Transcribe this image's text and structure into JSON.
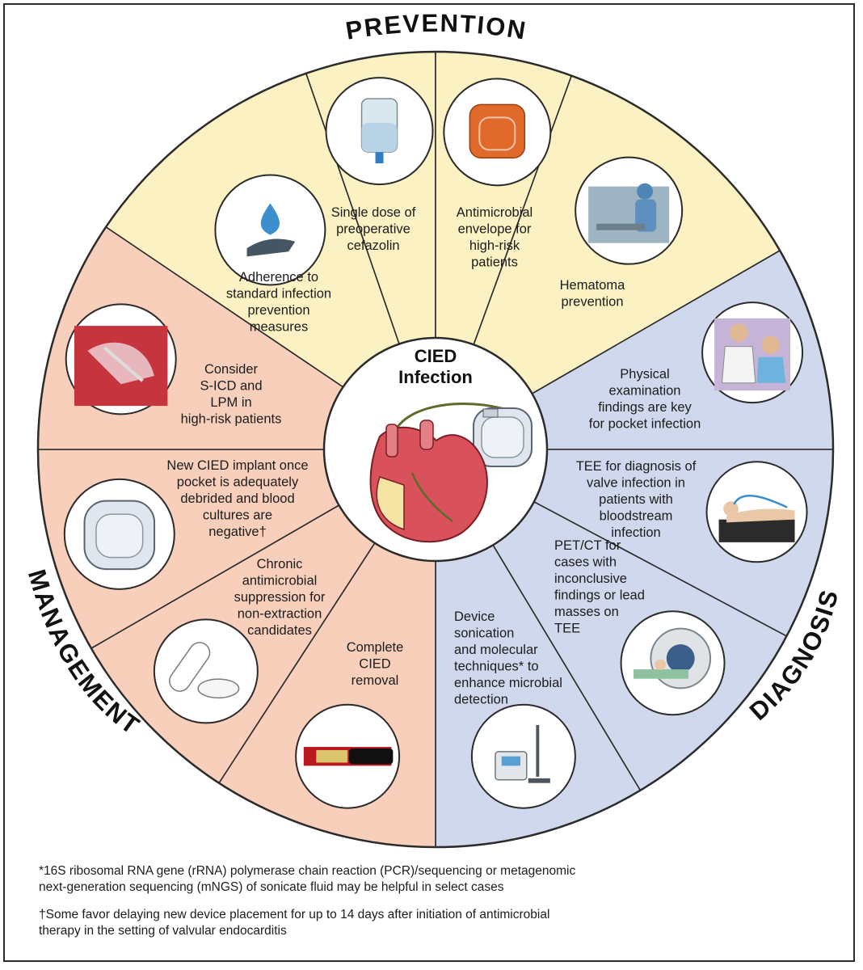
{
  "title": "CIED Infection",
  "sections": {
    "prevention": "PREVENTION",
    "diagnosis": "DIAGNOSIS",
    "management": "MANAGEMENT"
  },
  "segments": [
    {
      "id": "adherence",
      "group": "prevention",
      "icon": "hand-water-drop-icon",
      "lines": [
        "Adherence to",
        "standard infection",
        "prevention",
        "measures"
      ]
    },
    {
      "id": "cefazolin",
      "group": "prevention",
      "icon": "iv-bag-icon",
      "lines": [
        "Single dose of",
        "preoperative",
        "cefazolin"
      ]
    },
    {
      "id": "envelope",
      "group": "prevention",
      "icon": "antimicrobial-envelope-icon",
      "lines": [
        "Antimicrobial",
        "envelope for",
        "high-risk",
        "patients"
      ]
    },
    {
      "id": "hematoma",
      "group": "prevention",
      "icon": "operating-room-icon",
      "lines": [
        "Hematoma",
        "prevention"
      ]
    },
    {
      "id": "physical-exam",
      "group": "diagnosis",
      "icon": "doctor-patient-icon",
      "lines": [
        "Physical",
        "examination",
        "findings are key",
        "for pocket infection"
      ]
    },
    {
      "id": "tee",
      "group": "diagnosis",
      "icon": "tee-probe-icon",
      "lines": [
        "TEE for diagnosis of",
        "valve infection in",
        "patients with",
        "bloodstream",
        "infection"
      ]
    },
    {
      "id": "pet-ct",
      "group": "diagnosis",
      "icon": "pet-ct-scanner-icon",
      "lines": [
        "PET/CT for",
        "cases with",
        "inconclusive",
        "findings or lead",
        "masses on",
        "TEE"
      ]
    },
    {
      "id": "sonication",
      "group": "diagnosis",
      "icon": "sonicator-icon",
      "lines": [
        "Device",
        "sonication",
        "and molecular",
        "techniques* to",
        "enhance microbial",
        "detection"
      ]
    },
    {
      "id": "removal",
      "group": "management",
      "icon": "lead-extraction-icon",
      "lines": [
        "Complete",
        "CIED",
        "removal"
      ]
    },
    {
      "id": "suppression",
      "group": "management",
      "icon": "pills-icon",
      "lines": [
        "Chronic",
        "antimicrobial",
        "suppression for",
        "non-extraction",
        "candidates"
      ]
    },
    {
      "id": "reimplant",
      "group": "management",
      "icon": "pacemaker-device-icon",
      "lines": [
        "New CIED implant once",
        "pocket is adequately",
        "debrided and blood",
        "cultures are",
        "negative†"
      ]
    },
    {
      "id": "sicd",
      "group": "management",
      "icon": "heart-cross-section-icon",
      "lines": [
        "Consider",
        "S-ICD and",
        "LPM in",
        "high-risk patients"
      ]
    }
  ],
  "colors": {
    "prevention": "#fbf1c2",
    "diagnosis": "#cfd8ec",
    "management": "#f7cfbb",
    "outline": "#2b2b2b"
  },
  "footnotes": [
    {
      "line1": "*16S ribosomal RNA gene (rRNA) polymerase chain reaction (PCR)/sequencing or metagenomic",
      "line2": "next-generation sequencing (mNGS) of sonicate fluid may be helpful in select cases"
    },
    {
      "line1": "†Some favor delaying new device placement for up to 14 days after initiation of antimicrobial",
      "line2": "therapy in the setting of valvular endocarditis"
    }
  ]
}
